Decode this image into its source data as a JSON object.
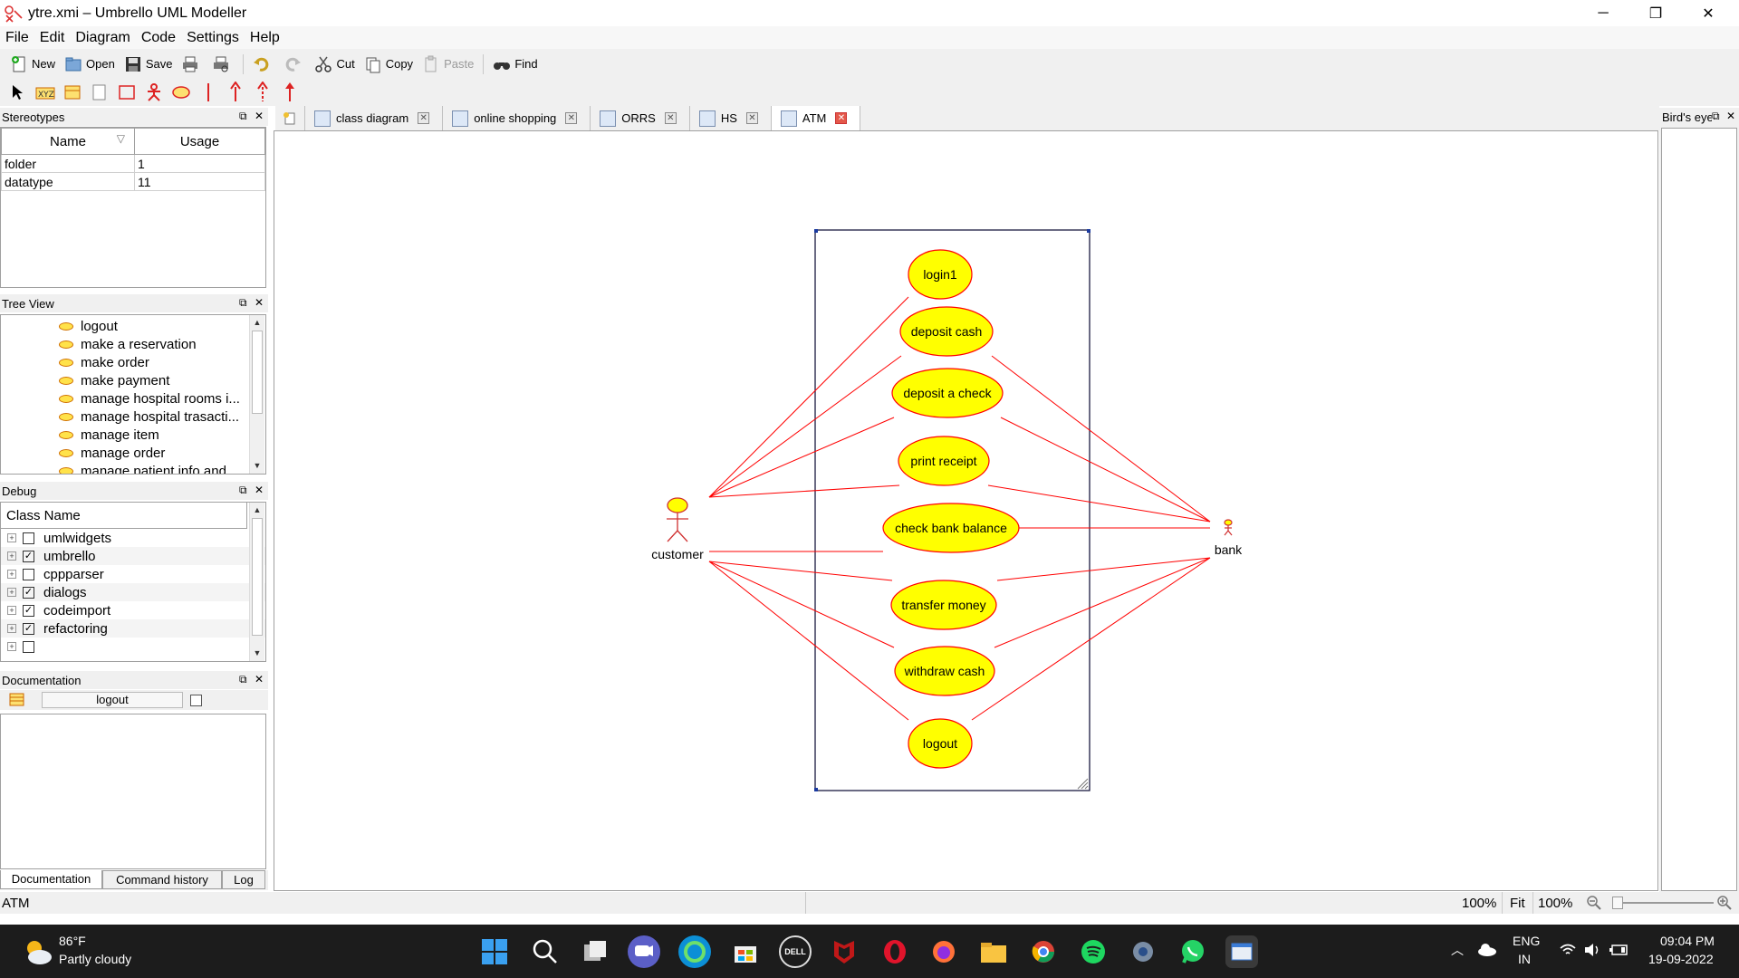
{
  "window": {
    "title": "ytre.xmi – Umbrello UML Modeller",
    "minimize": "─",
    "restore": "❐",
    "close": "✕"
  },
  "menu": [
    "File",
    "Edit",
    "Diagram",
    "Code",
    "Settings",
    "Help"
  ],
  "toolbar": {
    "new": "New",
    "open": "Open",
    "save": "Save",
    "cut": "Cut",
    "copy": "Copy",
    "paste": "Paste",
    "find": "Find"
  },
  "stereotypes": {
    "title": "Stereotypes",
    "columns": [
      "Name",
      "Usage"
    ],
    "rows": [
      {
        "name": "folder",
        "usage": "1"
      },
      {
        "name": "datatype",
        "usage": "11"
      }
    ]
  },
  "tree_view": {
    "title": "Tree View",
    "items": [
      "logout",
      "make a reservation",
      "make order",
      "make payment",
      "manage hospital rooms i...",
      "manage hospital trasacti...",
      "manage item",
      "manage order",
      "manage patient info and"
    ]
  },
  "debug": {
    "title": "Debug",
    "column": "Class Name",
    "rows": [
      {
        "name": "umlwidgets",
        "checked": false
      },
      {
        "name": "umbrello",
        "checked": true
      },
      {
        "name": "cppparser",
        "checked": false
      },
      {
        "name": "dialogs",
        "checked": true
      },
      {
        "name": "codeimport",
        "checked": true
      },
      {
        "name": "refactoring",
        "checked": true
      },
      {
        "name": "",
        "checked": false
      }
    ]
  },
  "documentation": {
    "title": "Documentation",
    "field_value": "logout",
    "tabs": [
      "Documentation",
      "Command history",
      "Log"
    ]
  },
  "tabs": [
    {
      "label": "class diagram",
      "active": false
    },
    {
      "label": "online shopping",
      "active": false
    },
    {
      "label": "ORRS",
      "active": false
    },
    {
      "label": "HS",
      "active": false
    },
    {
      "label": "ATM",
      "active": true
    }
  ],
  "birds_eye": {
    "title": "Bird's eye"
  },
  "diagram": {
    "actors": {
      "customer": "customer",
      "bank": "bank"
    },
    "use_cases": [
      "login1",
      "deposit cash",
      "deposit a check",
      "print receipt",
      "check bank balance",
      "transfer money",
      "withdraw cash",
      "logout"
    ]
  },
  "status": {
    "diagram_name": "ATM",
    "zoom_left": "100%",
    "fit": "Fit",
    "zoom_right": "100%"
  },
  "taskbar": {
    "weather_temp": "86°F",
    "weather_desc": "Partly cloudy",
    "lang_top": "ENG",
    "lang_bottom": "IN",
    "time": "09:04 PM",
    "date": "19-09-2022"
  },
  "colors": {
    "usecase_fill": "#ffff00",
    "usecase_border": "#ff0000",
    "association_line": "#ff0000",
    "taskbar_bg": "#1c1c1c"
  }
}
